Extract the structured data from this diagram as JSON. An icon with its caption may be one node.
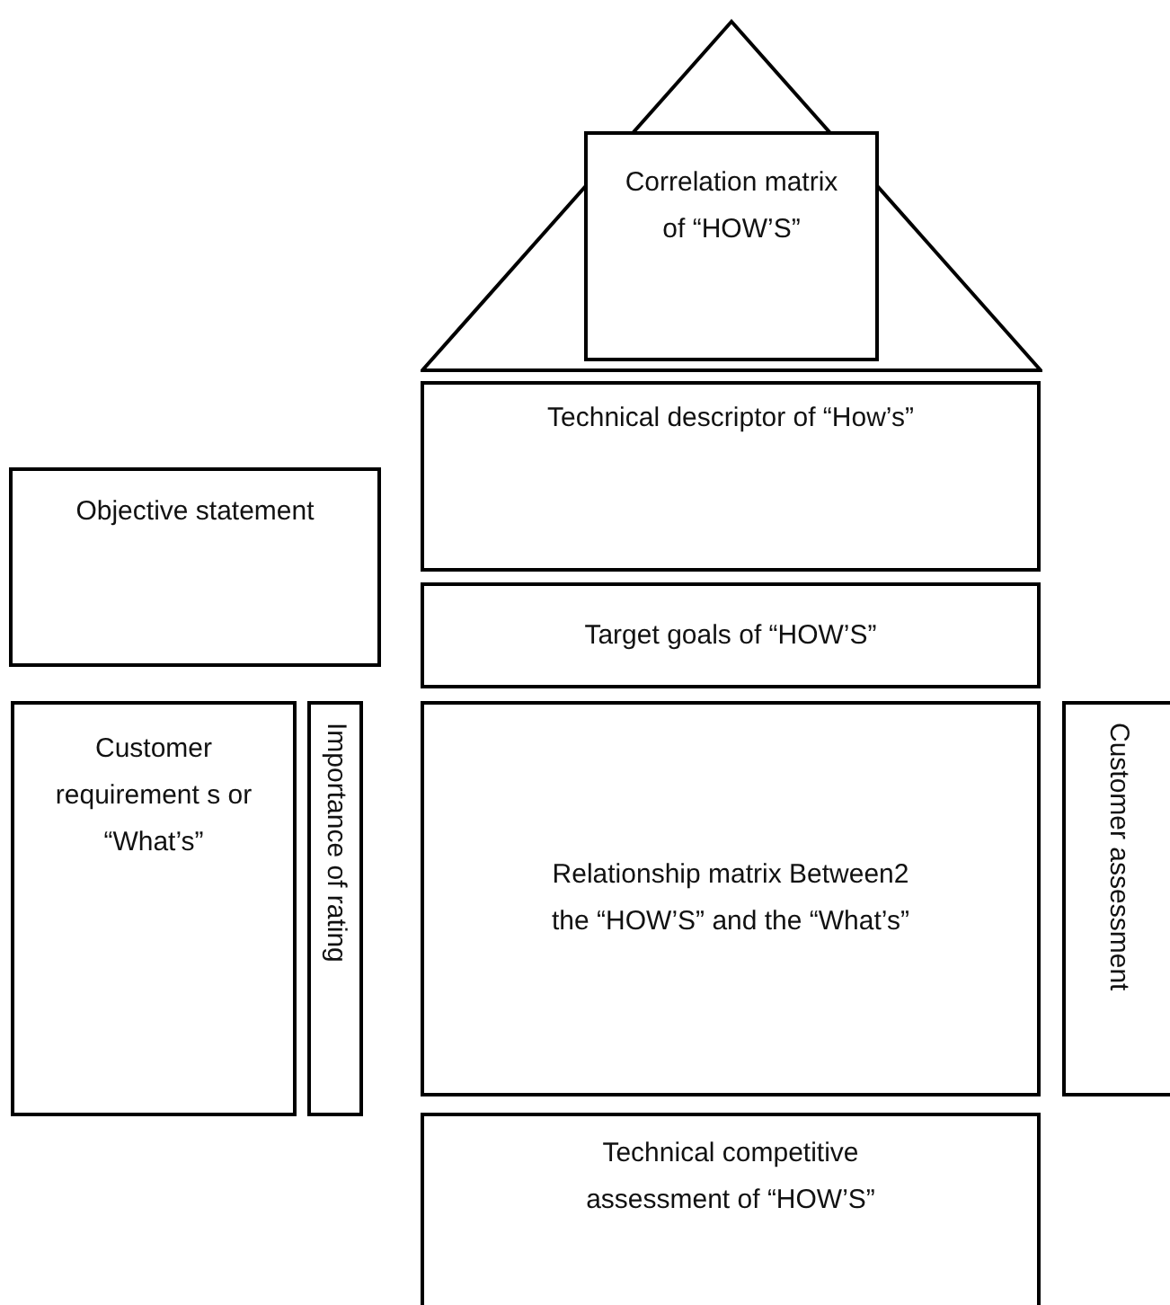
{
  "diagram": {
    "nodes": [
      {
        "text": [],
        "shape": "triangle"
      },
      {
        "text": [
          "Correlation matrix of “HOW’S”"
        ],
        "in": 0
      },
      {
        "text": [
          "Technical descriptor of “How’s”"
        ]
      },
      {
        "text": [
          "Objective statement"
        ]
      },
      {
        "text": [
          "Target goals of “HOW’S”"
        ]
      },
      {
        "text": [
          "Customer requirement s or “What’s”"
        ]
      },
      {
        "text": [
          "Importance of rating"
        ]
      },
      {
        "text": [
          "Relationship matrix Between2 the “HOW’S” and the “What’s”"
        ]
      },
      {
        "text": [
          "Customer assessment"
        ]
      },
      {
        "text": [
          "Technical competitive assessment of “HOW’S”"
        ]
      }
    ]
  }
}
